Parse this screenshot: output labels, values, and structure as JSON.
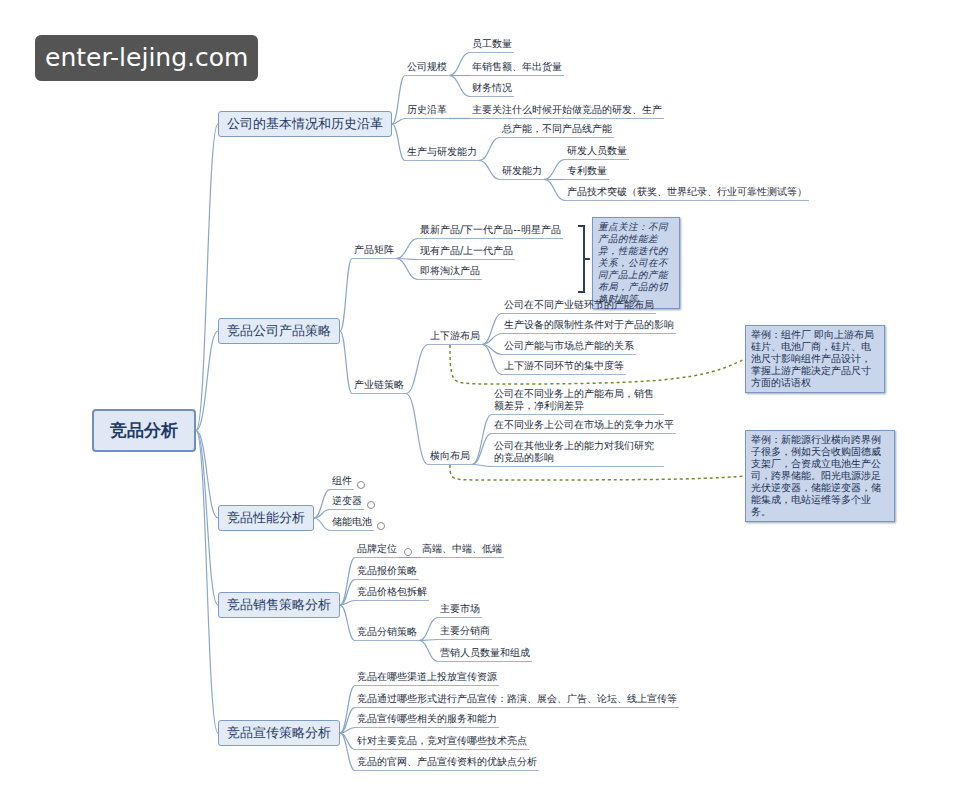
{
  "diagram": {
    "nodes": [
      {
        "text": [
          "竞品分析"
        ]
      },
      {
        "text": [
          "公司的基本情况和历史沿革"
        ]
      },
      {
        "text": [
          "公司规模"
        ]
      },
      {
        "text": [
          "员工数量"
        ]
      },
      {
        "text": [
          "年销售额、年出货量"
        ]
      },
      {
        "text": [
          "财务情况"
        ]
      },
      {
        "text": [
          "历史沿革"
        ]
      },
      {
        "text": [
          "主要关注什么时候开始做竞品的研发、生产"
        ]
      },
      {
        "text": [
          "生产与研发能力"
        ]
      },
      {
        "text": [
          "总产能，不同产品线产能"
        ]
      },
      {
        "text": [
          "研发能力"
        ]
      },
      {
        "text": [
          "研发人员数量"
        ]
      },
      {
        "text": [
          "专利数量"
        ]
      },
      {
        "text": [
          "产品技术突破（获奖、世界纪录、行业可靠性测试等）"
        ]
      },
      {
        "text": [
          "竞品公司产品策略"
        ]
      },
      {
        "text": [
          "产品矩阵"
        ]
      },
      {
        "text": [
          "最新产品/下一代产品--明星产品"
        ]
      },
      {
        "text": [
          "现有产品/上一代产品"
        ]
      },
      {
        "text": [
          "即将淘汰产品"
        ]
      },
      {
        "text": [
          "重点关注：不同产品的性能差异，性能迭代的关系，公司在不同产品上的产能布局，产品的切换时间等"
        ]
      },
      {
        "text": [
          "产业链策略"
        ]
      },
      {
        "text": [
          "上下游布局"
        ]
      },
      {
        "text": [
          "公司在不同产业链环节的产能布局"
        ]
      },
      {
        "text": [
          "生产设备的限制性条件对于产品的影响"
        ]
      },
      {
        "text": [
          "公司产能与市场总产能的关系"
        ]
      },
      {
        "text": [
          "上下游不同环节的集中度等"
        ]
      },
      {
        "text": [
          "横向布局"
        ]
      },
      {
        "text": [
          "公司在不同业务上的产能布局，销售额差异，净利润差异"
        ]
      },
      {
        "text": [
          "在不同业务上公司在市场上的竞争力水平"
        ]
      },
      {
        "text": [
          "公司在其他业务上的能力对我们研究的竞品的影响"
        ]
      },
      {
        "text": [
          "举例：组件厂 即向上游布局硅片、电池厂商，硅片、电池尺寸影响组件产品设计，掌握上游产能决定产品尺寸方面的话语权"
        ]
      },
      {
        "text": [
          "举例：新能源行业横向跨界例子很多，例如天合收购固德威支架厂，合资成立电池生产公司，跨界储能。阳光电源涉足光伏逆变器，储能逆变器，储能集成，电站运维等多个业务。"
        ]
      },
      {
        "text": [
          "竞品性能分析"
        ]
      },
      {
        "text": [
          "组件"
        ]
      },
      {
        "text": [
          "逆变器"
        ]
      },
      {
        "text": [
          "储能电池"
        ]
      },
      {
        "text": [
          "竞品销售策略分析"
        ]
      },
      {
        "text": [
          "品牌定位"
        ]
      },
      {
        "text": [
          "高端、中端、低端"
        ]
      },
      {
        "text": [
          "竞品报价策略"
        ]
      },
      {
        "text": [
          "竞品价格包拆解"
        ]
      },
      {
        "text": [
          "竞品分销策略"
        ]
      },
      {
        "text": [
          "主要市场"
        ]
      },
      {
        "text": [
          "主要分销商"
        ]
      },
      {
        "text": [
          "营销人员数量和组成"
        ]
      },
      {
        "text": [
          "竞品宣传策略分析"
        ]
      },
      {
        "text": [
          "竞品在哪些渠道上投放宣传资源"
        ]
      },
      {
        "text": [
          "竞品通过哪些形式进行产品宣传：路演、展会、广告、论坛、线上宣传等"
        ]
      },
      {
        "text": [
          "竞品宣传哪些相关的服务和能力"
        ]
      },
      {
        "text": [
          "针对主要竞品，竞对宣传哪些技术亮点"
        ]
      },
      {
        "text": [
          "竞品的官网、产品宣传资料的优缺点分析"
        ]
      }
    ],
    "edges": [
      {
        "from": 0,
        "to": 1,
        "arrow": "none"
      },
      {
        "from": 0,
        "to": 14,
        "arrow": "none"
      },
      {
        "from": 0,
        "to": 32,
        "arrow": "none"
      },
      {
        "from": 0,
        "to": 36,
        "arrow": "none"
      },
      {
        "from": 0,
        "to": 45,
        "arrow": "none"
      },
      {
        "from": 1,
        "to": 2,
        "arrow": "none"
      },
      {
        "from": 1,
        "to": 6,
        "arrow": "none"
      },
      {
        "from": 1,
        "to": 8,
        "arrow": "none"
      },
      {
        "from": 2,
        "to": 3,
        "arrow": "none"
      },
      {
        "from": 2,
        "to": 4,
        "arrow": "none"
      },
      {
        "from": 2,
        "to": 5,
        "arrow": "none"
      },
      {
        "from": 6,
        "to": 7,
        "arrow": "none"
      },
      {
        "from": 8,
        "to": 9,
        "arrow": "none"
      },
      {
        "from": 8,
        "to": 10,
        "arrow": "none"
      },
      {
        "from": 10,
        "to": 11,
        "arrow": "none"
      },
      {
        "from": 10,
        "to": 12,
        "arrow": "none"
      },
      {
        "from": 10,
        "to": 13,
        "arrow": "none"
      },
      {
        "from": 14,
        "to": 15,
        "arrow": "none"
      },
      {
        "from": 14,
        "to": 20,
        "arrow": "none"
      },
      {
        "from": 15,
        "to": 16,
        "arrow": "none"
      },
      {
        "from": 15,
        "to": 17,
        "arrow": "none"
      },
      {
        "from": 15,
        "to": 18,
        "arrow": "none"
      },
      {
        "from": 20,
        "to": 21,
        "arrow": "none"
      },
      {
        "from": 20,
        "to": 26,
        "arrow": "none"
      },
      {
        "from": 21,
        "to": 22,
        "arrow": "none"
      },
      {
        "from": 21,
        "to": 23,
        "arrow": "none"
      },
      {
        "from": 21,
        "to": 24,
        "arrow": "none"
      },
      {
        "from": 21,
        "to": 25,
        "arrow": "none"
      },
      {
        "from": 26,
        "to": 27,
        "arrow": "none"
      },
      {
        "from": 26,
        "to": 28,
        "arrow": "none"
      },
      {
        "from": 26,
        "to": 29,
        "arrow": "none"
      },
      {
        "from": 21,
        "to": 30,
        "arrow": "none"
      },
      {
        "from": 26,
        "to": 31,
        "arrow": "none"
      },
      {
        "from": 32,
        "to": 33,
        "arrow": "none"
      },
      {
        "from": 32,
        "to": 34,
        "arrow": "none"
      },
      {
        "from": 32,
        "to": 35,
        "arrow": "none"
      },
      {
        "from": 36,
        "to": 37,
        "arrow": "none"
      },
      {
        "from": 36,
        "to": 39,
        "arrow": "none"
      },
      {
        "from": 36,
        "to": 40,
        "arrow": "none"
      },
      {
        "from": 36,
        "to": 41,
        "arrow": "none"
      },
      {
        "from": 37,
        "to": 38,
        "arrow": "none"
      },
      {
        "from": 41,
        "to": 42,
        "arrow": "none"
      },
      {
        "from": 41,
        "to": 43,
        "arrow": "none"
      },
      {
        "from": 41,
        "to": 44,
        "arrow": "none"
      },
      {
        "from": 45,
        "to": 46,
        "arrow": "none"
      },
      {
        "from": 45,
        "to": 47,
        "arrow": "none"
      },
      {
        "from": 45,
        "to": 48,
        "arrow": "none"
      },
      {
        "from": 45,
        "to": 49,
        "arrow": "none"
      },
      {
        "from": 45,
        "to": 50,
        "arrow": "none"
      }
    ],
    "labels": [
      "enter-lejing.com"
    ]
  }
}
